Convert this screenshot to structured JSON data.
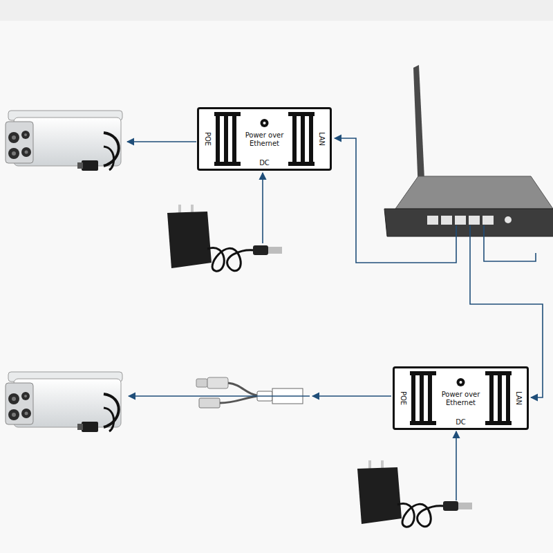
{
  "diagram": {
    "nodes": [
      {
        "text": [
          "POE",
          "Power over Ethernet",
          "LAN",
          "DC"
        ]
      },
      {
        "text": [
          "POE",
          "Power over Ethernet",
          "LAN",
          "DC"
        ]
      }
    ]
  }
}
